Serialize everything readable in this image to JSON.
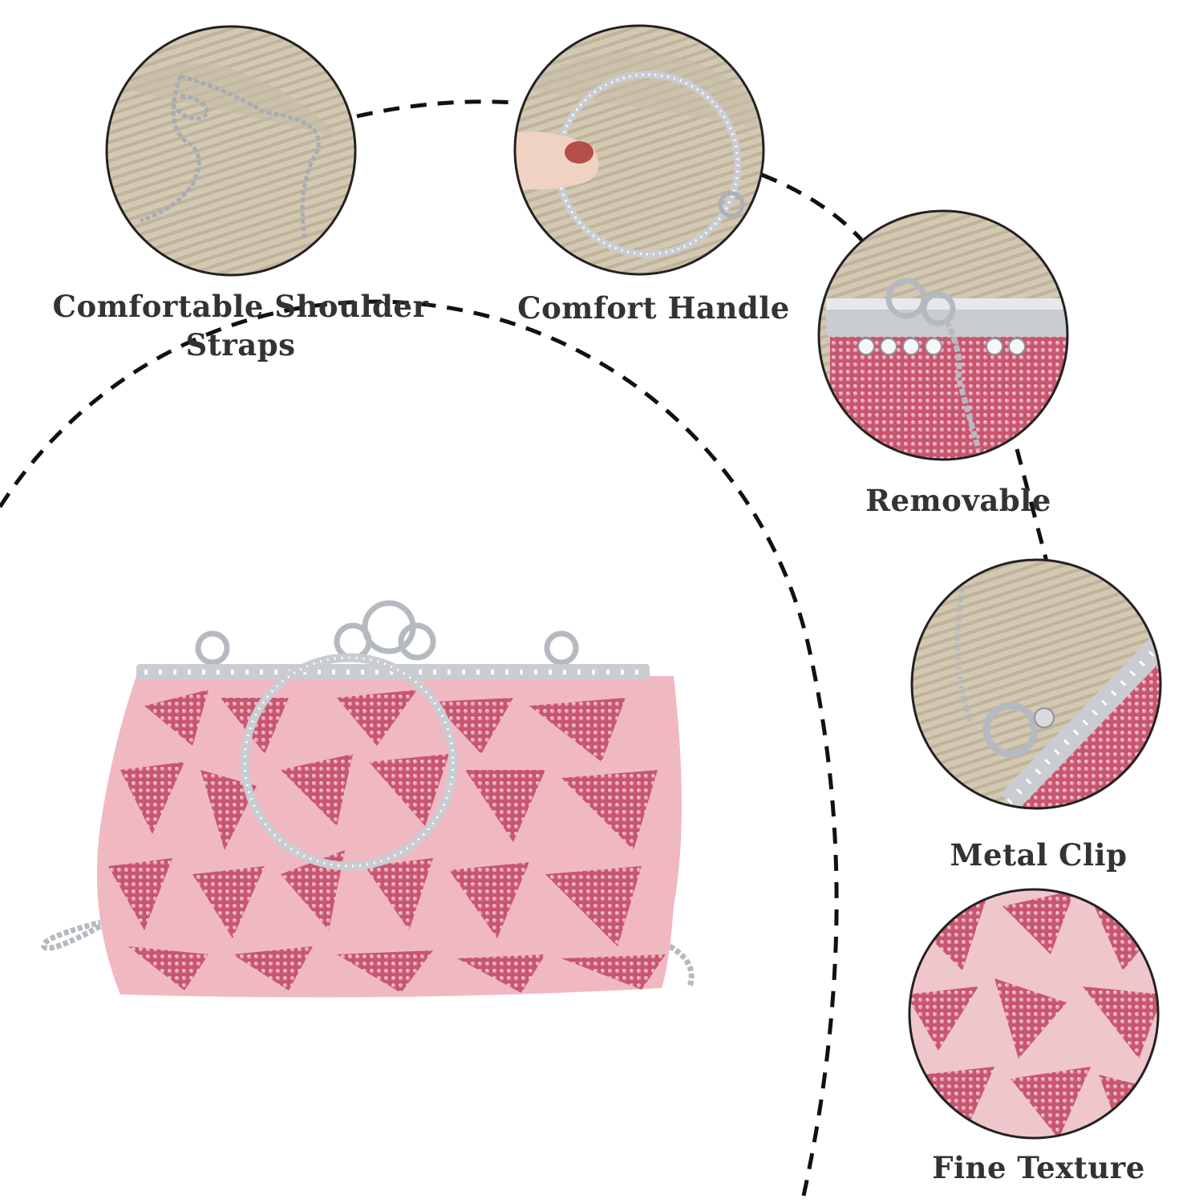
{
  "features": [
    {
      "id": "shoulder-straps",
      "label_line1": "Comfortable Shoulder",
      "label_line2": "Straps",
      "detail_icon": "silver-chain-strap"
    },
    {
      "id": "handle",
      "label": "Comfort Handle",
      "detail_icon": "rhinestone-ring-handle"
    },
    {
      "id": "removable",
      "label": "Removable",
      "detail_icon": "lobster-clasp"
    },
    {
      "id": "metal-clip",
      "label": "Metal Clip",
      "detail_icon": "kiss-lock-clasp"
    },
    {
      "id": "texture",
      "label": "Fine Texture",
      "detail_icon": "sequin-pattern"
    }
  ],
  "product": {
    "name_icon": "pink-sequin-clutch-bag",
    "colors": {
      "bag_base": "#f0b9c2",
      "sequin_dark": "#c8566e",
      "sequin_light": "#e7a3b5",
      "sequin_iridescent": "#b28bc4",
      "metal": "#c9ccd1",
      "background_fabric": "#d3c8b2",
      "dashed_line": "#111111",
      "caption_text": "#333333",
      "page_background": "#ffffff"
    }
  }
}
